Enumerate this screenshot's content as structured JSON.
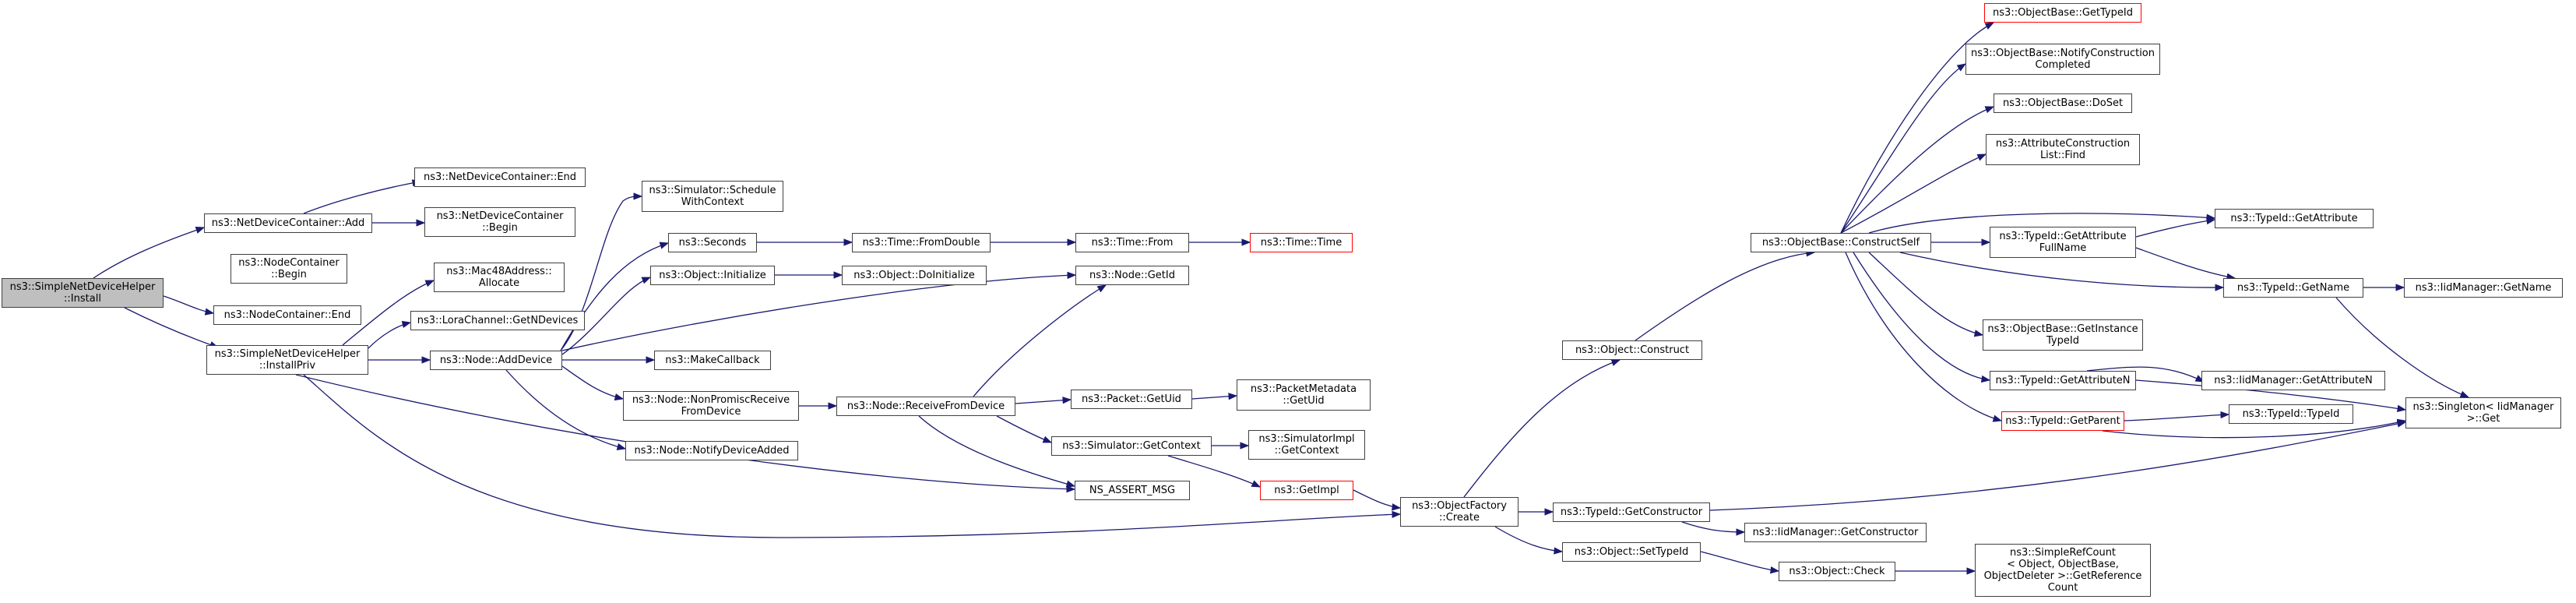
{
  "colors": {
    "edge": "#191970",
    "node_border": "#404040",
    "root_fill": "#bfbfbf",
    "truncated_border": "#ff0000"
  },
  "nodes": {
    "install": [
      "ns3::SimpleNetDeviceHelper",
      "::Install"
    ],
    "ndc_add": [
      "ns3::NetDeviceContainer::Add"
    ],
    "ndc_end": [
      "ns3::NetDeviceContainer::End"
    ],
    "ndc_begin": [
      "ns3::NetDeviceContainer",
      "::Begin"
    ],
    "nc_begin": [
      "ns3::NodeContainer",
      "::Begin"
    ],
    "nc_end": [
      "ns3::NodeContainer::End"
    ],
    "install_priv": [
      "ns3::SimpleNetDeviceHelper",
      "::InstallPriv"
    ],
    "mac48": [
      "ns3::Mac48Address::",
      "Allocate"
    ],
    "lora": [
      "ns3::LoraChannel::GetNDevices"
    ],
    "add_device": [
      "ns3::Node::AddDevice"
    ],
    "sched": [
      "ns3::Simulator::Schedule",
      "WithContext"
    ],
    "seconds": [
      "ns3::Seconds"
    ],
    "obj_init": [
      "ns3::Object::Initialize"
    ],
    "make_cb": [
      "ns3::MakeCallback"
    ],
    "nonpromisc": [
      "ns3::Node::NonPromiscReceive",
      "FromDevice"
    ],
    "notify_added": [
      "ns3::Node::NotifyDeviceAdded"
    ],
    "from_double": [
      "ns3::Time::FromDouble"
    ],
    "time_from": [
      "ns3::Time::From"
    ],
    "time_time": [
      "ns3::Time::Time"
    ],
    "do_init": [
      "ns3::Object::DoInitialize"
    ],
    "get_id": [
      "ns3::Node::GetId"
    ],
    "recv_from": [
      "ns3::Node::ReceiveFromDevice"
    ],
    "pkt_uid": [
      "ns3::Packet::GetUid"
    ],
    "pm_uid": [
      "ns3::PacketMetadata",
      "::GetUid"
    ],
    "sim_ctx": [
      "ns3::Simulator::GetContext"
    ],
    "simimpl_ctx": [
      "ns3::SimulatorImpl",
      "::GetContext"
    ],
    "get_impl": [
      "ns3::GetImpl"
    ],
    "assert_msg": [
      "NS_ASSERT_MSG"
    ],
    "of_create": [
      "ns3::ObjectFactory",
      "::Create"
    ],
    "obj_construct": [
      "ns3::Object::Construct"
    ],
    "construct_self": [
      "ns3::ObjectBase::ConstructSelf"
    ],
    "ob_gettid": [
      "ns3::ObjectBase::GetTypeId"
    ],
    "ob_notify": [
      "ns3::ObjectBase::NotifyConstruction",
      "Completed"
    ],
    "ob_doset": [
      "ns3::ObjectBase::DoSet"
    ],
    "acl_find": [
      "ns3::AttributeConstruction",
      "List::Find"
    ],
    "tid_attr_full": [
      "ns3::TypeId::GetAttribute",
      "FullName"
    ],
    "ob_instance": [
      "ns3::ObjectBase::GetInstance",
      "TypeId"
    ],
    "tid_attr_n": [
      "ns3::TypeId::GetAttributeN"
    ],
    "tid_parent": [
      "ns3::TypeId::GetParent"
    ],
    "tid_getattr": [
      "ns3::TypeId::GetAttribute"
    ],
    "tid_getname": [
      "ns3::TypeId::GetName"
    ],
    "iid_getname": [
      "ns3::IidManager::GetName"
    ],
    "iid_attr_n": [
      "ns3::IidManager::GetAttributeN"
    ],
    "singleton": [
      "ns3::Singleton< IidManager",
      " >::Get"
    ],
    "tid_typeid": [
      "ns3::TypeId::TypeId"
    ],
    "tid_getctor": [
      "ns3::TypeId::GetConstructor"
    ],
    "iid_getctor": [
      "ns3::IidManager::GetConstructor"
    ],
    "obj_settid": [
      "ns3::Object::SetTypeId"
    ],
    "obj_check": [
      "ns3::Object::Check"
    ],
    "refcount": [
      "ns3::SimpleRefCount",
      "< Object, ObjectBase,",
      " ObjectDeleter >::GetReference",
      "Count"
    ]
  }
}
